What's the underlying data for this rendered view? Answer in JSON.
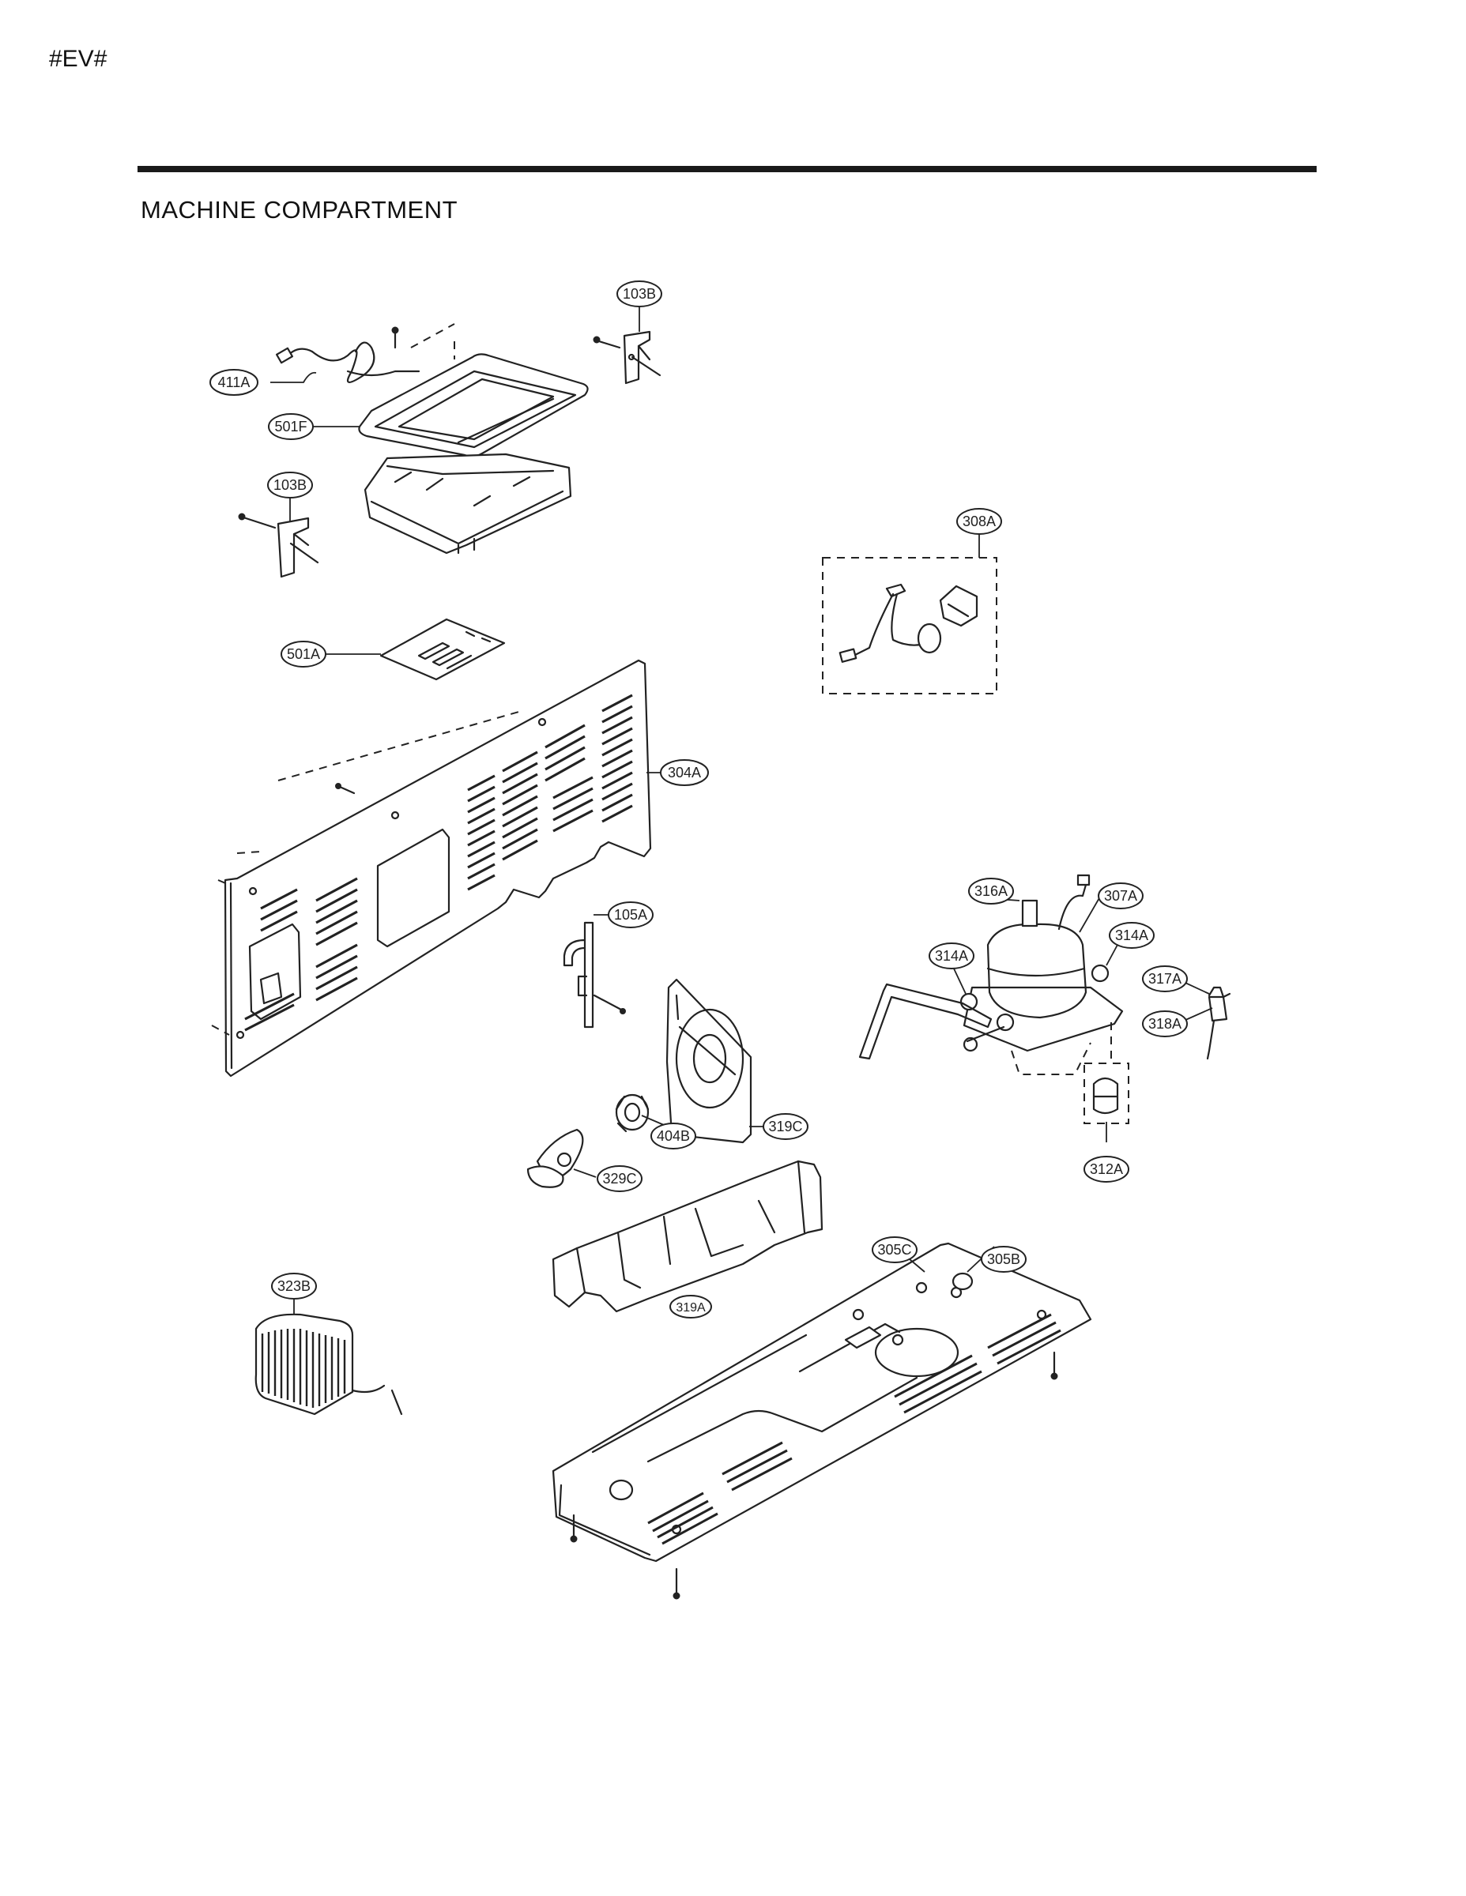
{
  "header": {
    "code": "#EV#",
    "section_title": "MACHINE COMPARTMENT"
  },
  "callouts": [
    {
      "id": "c-103b-top",
      "label": "103B"
    },
    {
      "id": "c-411a",
      "label": "411A"
    },
    {
      "id": "c-501f",
      "label": "501F"
    },
    {
      "id": "c-103b-left",
      "label": "103B"
    },
    {
      "id": "c-308a",
      "label": "308A"
    },
    {
      "id": "c-501a",
      "label": "501A"
    },
    {
      "id": "c-304a",
      "label": "304A"
    },
    {
      "id": "c-105a",
      "label": "105A"
    },
    {
      "id": "c-316a",
      "label": "316A"
    },
    {
      "id": "c-307a",
      "label": "307A"
    },
    {
      "id": "c-314a-right",
      "label": "314A"
    },
    {
      "id": "c-314a-left",
      "label": "314A"
    },
    {
      "id": "c-317a",
      "label": "317A"
    },
    {
      "id": "c-318a",
      "label": "318A"
    },
    {
      "id": "c-319c",
      "label": "319C"
    },
    {
      "id": "c-404b",
      "label": "404B"
    },
    {
      "id": "c-329c",
      "label": "329C"
    },
    {
      "id": "c-312a",
      "label": "312A"
    },
    {
      "id": "c-305c",
      "label": "305C"
    },
    {
      "id": "c-305b",
      "label": "305B"
    },
    {
      "id": "c-319a",
      "label": "319A"
    },
    {
      "id": "c-323b",
      "label": "323B"
    }
  ]
}
